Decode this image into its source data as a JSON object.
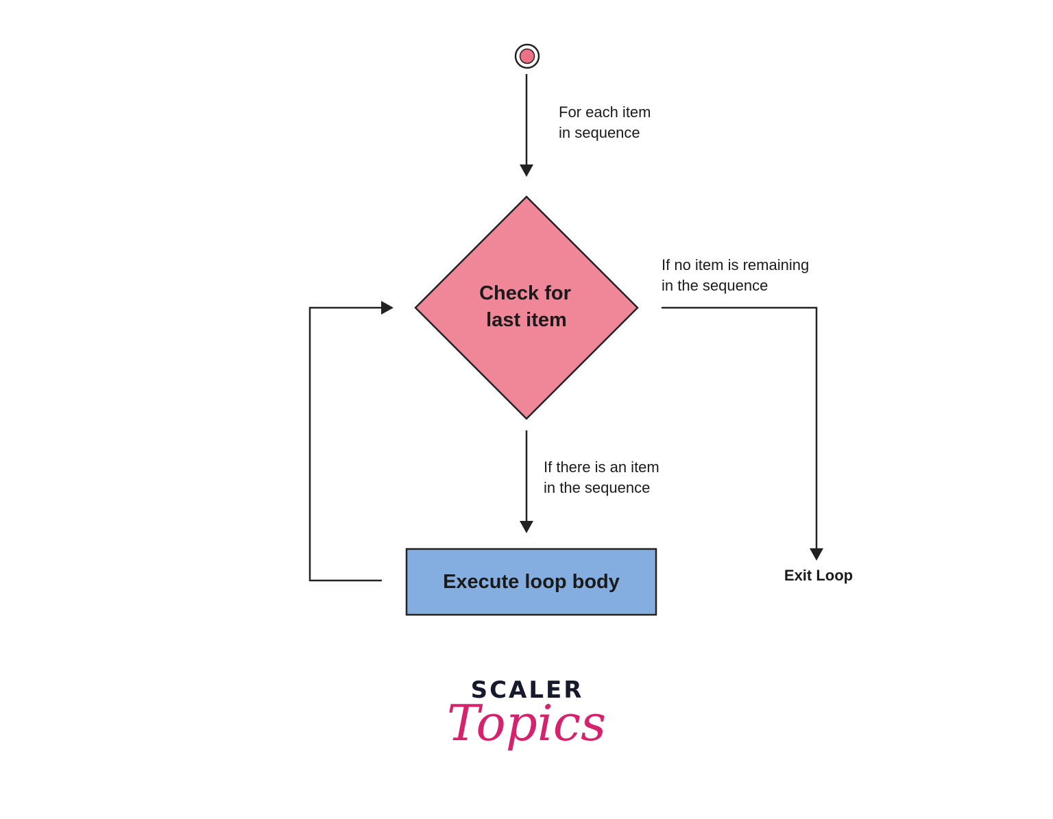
{
  "colors": {
    "line": "#222222",
    "decision_fill": "#ef8799",
    "process_fill": "#84aee0",
    "start_fill": "#ec7185",
    "logo_dark": "#17192c",
    "logo_accent": "#d6226c"
  },
  "nodes": {
    "start": {
      "shape": "start-circle"
    },
    "decision": {
      "shape": "diamond",
      "line1": "Check for",
      "line2": "last item"
    },
    "process": {
      "shape": "rectangle",
      "label": "Execute loop body"
    },
    "exit": {
      "shape": "text",
      "label": "Exit Loop"
    }
  },
  "edges": {
    "start_to_decision": {
      "line1": "For each item",
      "line2": "in sequence"
    },
    "decision_to_process": {
      "line1": "If there is an item",
      "line2": "in the sequence"
    },
    "decision_to_exit": {
      "line1": "If no item is remaining",
      "line2": "in the sequence"
    },
    "process_to_decision": {}
  },
  "logo": {
    "top": "SCALER",
    "bottom": "Topics"
  }
}
